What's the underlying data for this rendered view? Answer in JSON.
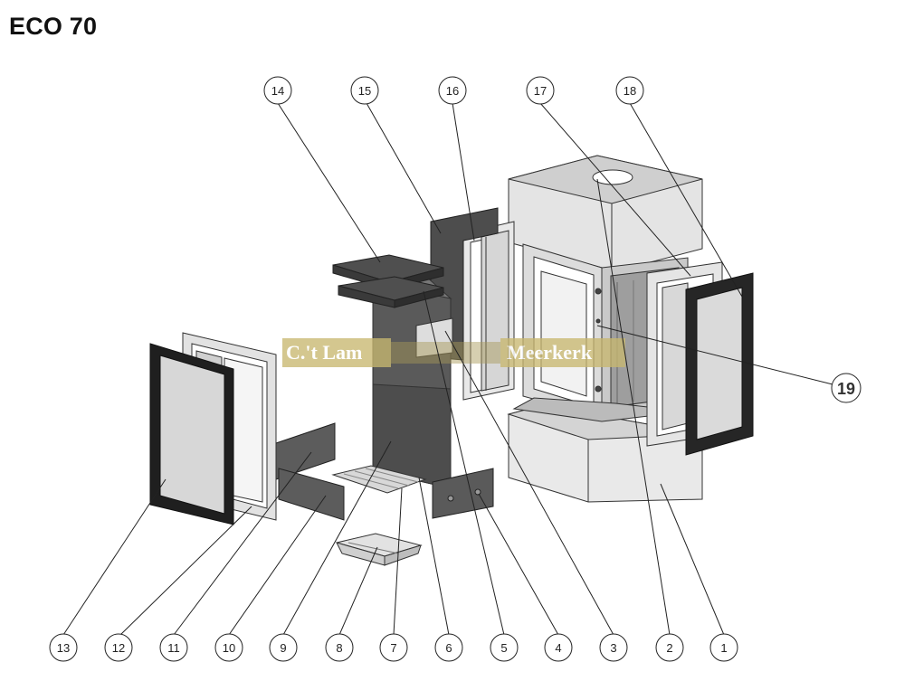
{
  "title": "ECO 70",
  "callouts": [
    "1",
    "2",
    "3",
    "4",
    "5",
    "6",
    "7",
    "8",
    "9",
    "10",
    "11",
    "12",
    "13",
    "14",
    "15",
    "16",
    "17",
    "18",
    "19"
  ],
  "watermark": {
    "left_text": "C.'t Lam",
    "right_text": "Meerkerk"
  },
  "colors": {
    "outline": "#333333",
    "panel_light": "#e6e6e6",
    "panel_dark": "#4a4a4a",
    "glass": "#d9d9d9",
    "watermark_fill": "#c8b870"
  }
}
